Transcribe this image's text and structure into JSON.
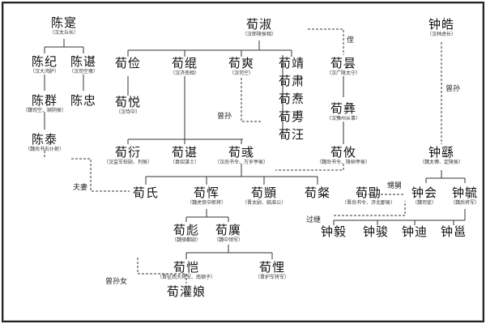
{
  "people": {
    "chen_shi": {
      "name": "陈寔",
      "note": "（汉太丘长）"
    },
    "chen_ji": {
      "name": "陈纪",
      "note": "（汉大鸿胪）"
    },
    "chen_chen": {
      "name": "陈谌",
      "note": "（汉司空掾）"
    },
    "chen_qun": {
      "name": "陈群",
      "note": "（魏司空、颍阴侯）"
    },
    "chen_zhong": {
      "name": "陈忠",
      "note": ""
    },
    "chen_tai": {
      "name": "陈泰",
      "note": "（魏尚书右仆射）"
    },
    "xun_shu": {
      "name": "荀淑",
      "note": "（汉郎陵侯相）"
    },
    "xun_jian": {
      "name": "荀俭",
      "note": ""
    },
    "xun_gun": {
      "name": "荀绲",
      "note": "（汉济南相）"
    },
    "xun_shuang": {
      "name": "荀爽",
      "note": "（汉司空）"
    },
    "xun_jing": {
      "name": "荀靖",
      "note": ""
    },
    "xun_tao": {
      "name": "荀焘",
      "note": ""
    },
    "xun_wang": {
      "name": "荀汪",
      "note": ""
    },
    "xun_su": {
      "name": "荀肃",
      "note": ""
    },
    "xun_sun": {
      "name": "荀旉",
      "note": ""
    },
    "xun_yue": {
      "name": "荀悦",
      "note": "（汉侍中）"
    },
    "xun_tan": {
      "name": "荀昙",
      "note": "（汉广陵太守）"
    },
    "xun_yi": {
      "name": "荀彝",
      "note": "（汉豫州从事）"
    },
    "xun_you": {
      "name": "荀攸",
      "note": "（魏尚书令、陵树亭侯）"
    },
    "xun_yan": {
      "name": "荀衍",
      "note": "（汉监军校尉、列侯）"
    },
    "xun_chen": {
      "name": "荀谌",
      "note": "（袁绍谋士）"
    },
    "xun_yu": {
      "name": "荀彧",
      "note": "（汉尚书令、万岁亭侯）"
    },
    "xun_shi": {
      "name": "荀氏",
      "note": ""
    },
    "xun_yun": {
      "name": "荀恽",
      "note": "（魏虎贲中郎将）"
    },
    "xun_yi2": {
      "name": "荀顗",
      "note": "（晋太尉、临淮公）"
    },
    "xun_can": {
      "name": "荀粲",
      "note": ""
    },
    "xun_xu": {
      "name": "荀勖",
      "note": "（晋尚书令、济北郡侯）"
    },
    "xun_biao": {
      "name": "荀彪",
      "note": "（魏骑都尉）"
    },
    "xun_yi3": {
      "name": "荀廙",
      "note": "（魏中领军）"
    },
    "xun_kai": {
      "name": "荀恺",
      "note": "（晋征西大将军、南顿子）"
    },
    "xun_kui": {
      "name": "荀悝",
      "note": "（晋护军将军）"
    },
    "xun_guanniang": {
      "name": "荀灌娘",
      "note": ""
    },
    "zhong_hao": {
      "name": "钟皓",
      "note": "（汉林虑长）"
    },
    "zhong_yao": {
      "name": "钟繇",
      "note": "（魏太傅、定陵侯）"
    },
    "zhong_hui": {
      "name": "钟会",
      "note": "（魏司徒）"
    },
    "zhong_yu": {
      "name": "钟毓",
      "note": "（魏后将军）"
    },
    "zhong_yi": {
      "name": "钟毅",
      "note": ""
    },
    "zhong_jun": {
      "name": "钟骏",
      "note": ""
    },
    "zhong_yong": {
      "name": "钟迪",
      "note": ""
    },
    "zhong_yong2": {
      "name": "钟邕",
      "note": ""
    }
  },
  "relations": {
    "nephew": "侄",
    "great_grandson": "曾孙",
    "great_grandson_2": "曾孙",
    "husband_wife": "夫妻",
    "maternal_uncle_nephew": "甥舅",
    "adopted": "过继",
    "great_grand_daughter": "曾孙女"
  }
}
